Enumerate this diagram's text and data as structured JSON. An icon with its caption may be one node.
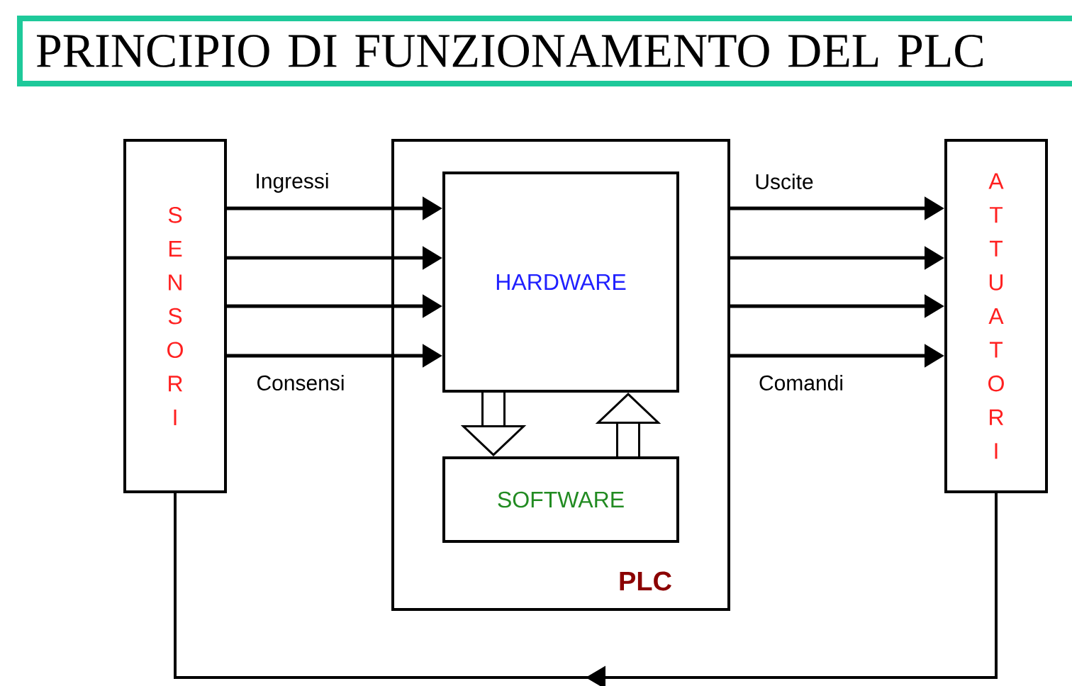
{
  "diagram": {
    "title": "PRINCIPIO DI FUNZIONAMENTO DEL PLC",
    "nodes": [
      {
        "text": [
          "S E N S O R I"
        ]
      },
      {
        "text": [
          "PLC"
        ]
      },
      {
        "text": [
          "HARDWARE"
        ],
        "in": 1
      },
      {
        "text": [
          "SOFTWARE"
        ],
        "in": 1
      },
      {
        "text": [
          "A T T U A T O R I"
        ]
      }
    ],
    "edges": [
      {
        "from": 0,
        "to": 2,
        "arrow": "to",
        "label": "Ingressi"
      },
      {
        "from": 0,
        "to": 2,
        "arrow": "to"
      },
      {
        "from": 0,
        "to": 2,
        "arrow": "to"
      },
      {
        "from": 0,
        "to": 2,
        "arrow": "to",
        "label": "Consensi"
      },
      {
        "from": 1,
        "to": 4,
        "arrow": "to",
        "label": "Uscite"
      },
      {
        "from": 1,
        "to": 4,
        "arrow": "to"
      },
      {
        "from": 1,
        "to": 4,
        "arrow": "to"
      },
      {
        "from": 1,
        "to": 4,
        "arrow": "to",
        "label": "Comandi"
      },
      {
        "from": 2,
        "to": 3,
        "arrow": "to",
        "style": "thick"
      },
      {
        "from": 3,
        "to": 2,
        "arrow": "to",
        "style": "thick"
      },
      {
        "from": 4,
        "to": 0,
        "arrow": "to"
      }
    ]
  }
}
